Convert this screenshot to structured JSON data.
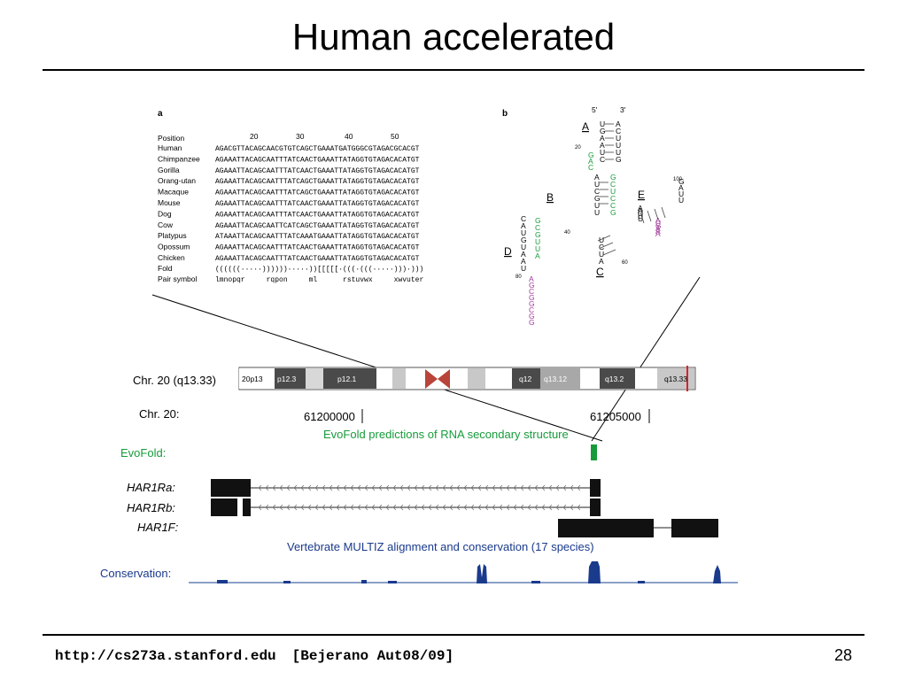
{
  "slide": {
    "title": "Human accelerated",
    "footer_url": "http://cs273a.stanford.edu",
    "footer_course": "[Bejerano Aut08/09]",
    "page_number": "28"
  },
  "panel_a": {
    "label": "a",
    "position_label": "Position",
    "position_ticks": [
      "20",
      "30",
      "40",
      "50"
    ],
    "species": [
      {
        "name": "Human",
        "seq": "AGACGTTACAGCAACGTGTCAGCTGAAATGATGGGCGTAGACGCACGT"
      },
      {
        "name": "Chimpanzee",
        "seq": "AGAAATTACAGCAATTTATCAACTGAAATTATAGGTGTAGACACATGT"
      },
      {
        "name": "Gorilla",
        "seq": "AGAAATTACAGCAATTTATCAACTGAAATTATAGGTGTAGACACATGT"
      },
      {
        "name": "Orang-utan",
        "seq": "AGAAATTACAGCAATTTATCAGCTGAAATTATAGGTGTAGACACATGT"
      },
      {
        "name": "Macaque",
        "seq": "AGAAATTACAGCAATTTATCAGCTGAAATTATAGGTGTAGACACATGT"
      },
      {
        "name": "Mouse",
        "seq": "AGAAATTACAGCAATTTATCAACTGAAATTATAGGTGTAGACACATGT"
      },
      {
        "name": "Dog",
        "seq": "AGAAATTACAGCAATTTATCAACTGAAATTATAGGTGTAGACACATGT"
      },
      {
        "name": "Cow",
        "seq": "AGAAATTACAGCAATTCATCAGCTGAAATTATAGGTGTAGACACATGT"
      },
      {
        "name": "Platypus",
        "seq": "ATAAATTACAGCAATTTATCAAATGAAATTATAGGTGTAGACACATGT"
      },
      {
        "name": "Opossum",
        "seq": "AGAAATTACAGCAATTTATCAACTGAAATTATAGGTGTAGACACATGT"
      },
      {
        "name": "Chicken",
        "seq": "AGAAATTACAGCAATTTATCAACTGAAATTATAGGTGTAGACACATGT"
      }
    ],
    "fold_label": "Fold",
    "fold": "((((((·····))))))·····))[[[[[·(((·(((·····)))·)))",
    "pair_label": "Pair symbol",
    "pair": "lmnopqr     rqpon     ml      rstuvwx     xwvuter"
  },
  "panel_b": {
    "label": "b",
    "end5": "5'",
    "end3": "3'",
    "helix_labels": [
      "A",
      "B",
      "C",
      "D",
      "E"
    ],
    "numbers": [
      "20",
      "40",
      "60",
      "80",
      "100"
    ],
    "helix_a_left": [
      "U",
      "G",
      "A",
      "A",
      "U",
      "C"
    ],
    "helix_a_right": [
      "A",
      "C",
      "U",
      "U",
      "U",
      "G"
    ],
    "loop_top": "GAC",
    "loop_right": "GAUU",
    "loop_right2": "AUGAAA",
    "stem_e": "UUUAA",
    "stem_c": "UCUA",
    "loop_bottom": "AGCGGCGG"
  },
  "browser": {
    "chrom_label": "Chr. 20 (q13.33)",
    "bands": [
      "20p13",
      "p12.3",
      "p12.1",
      "q12",
      "q13.12",
      "q13.2",
      "q13.33"
    ],
    "coord_label": "Chr. 20:",
    "coord1": "61200000",
    "coord2": "61205000",
    "evofold_header": "EvoFold predictions of RNA secondary structure",
    "evofold_label": "EvoFold:",
    "genes": [
      "HAR1Ra:",
      "HAR1Rb:",
      "HAR1F:"
    ],
    "multiz_header": "Vertebrate MULTIZ alignment and conservation (17 species)",
    "conservation_label": "Conservation:"
  },
  "colors": {
    "evofold": "#169b3a",
    "conservation": "#1a3a8c",
    "gene": "#111111",
    "centromere": "#b8443a",
    "highlight_red": "#d9232a"
  }
}
